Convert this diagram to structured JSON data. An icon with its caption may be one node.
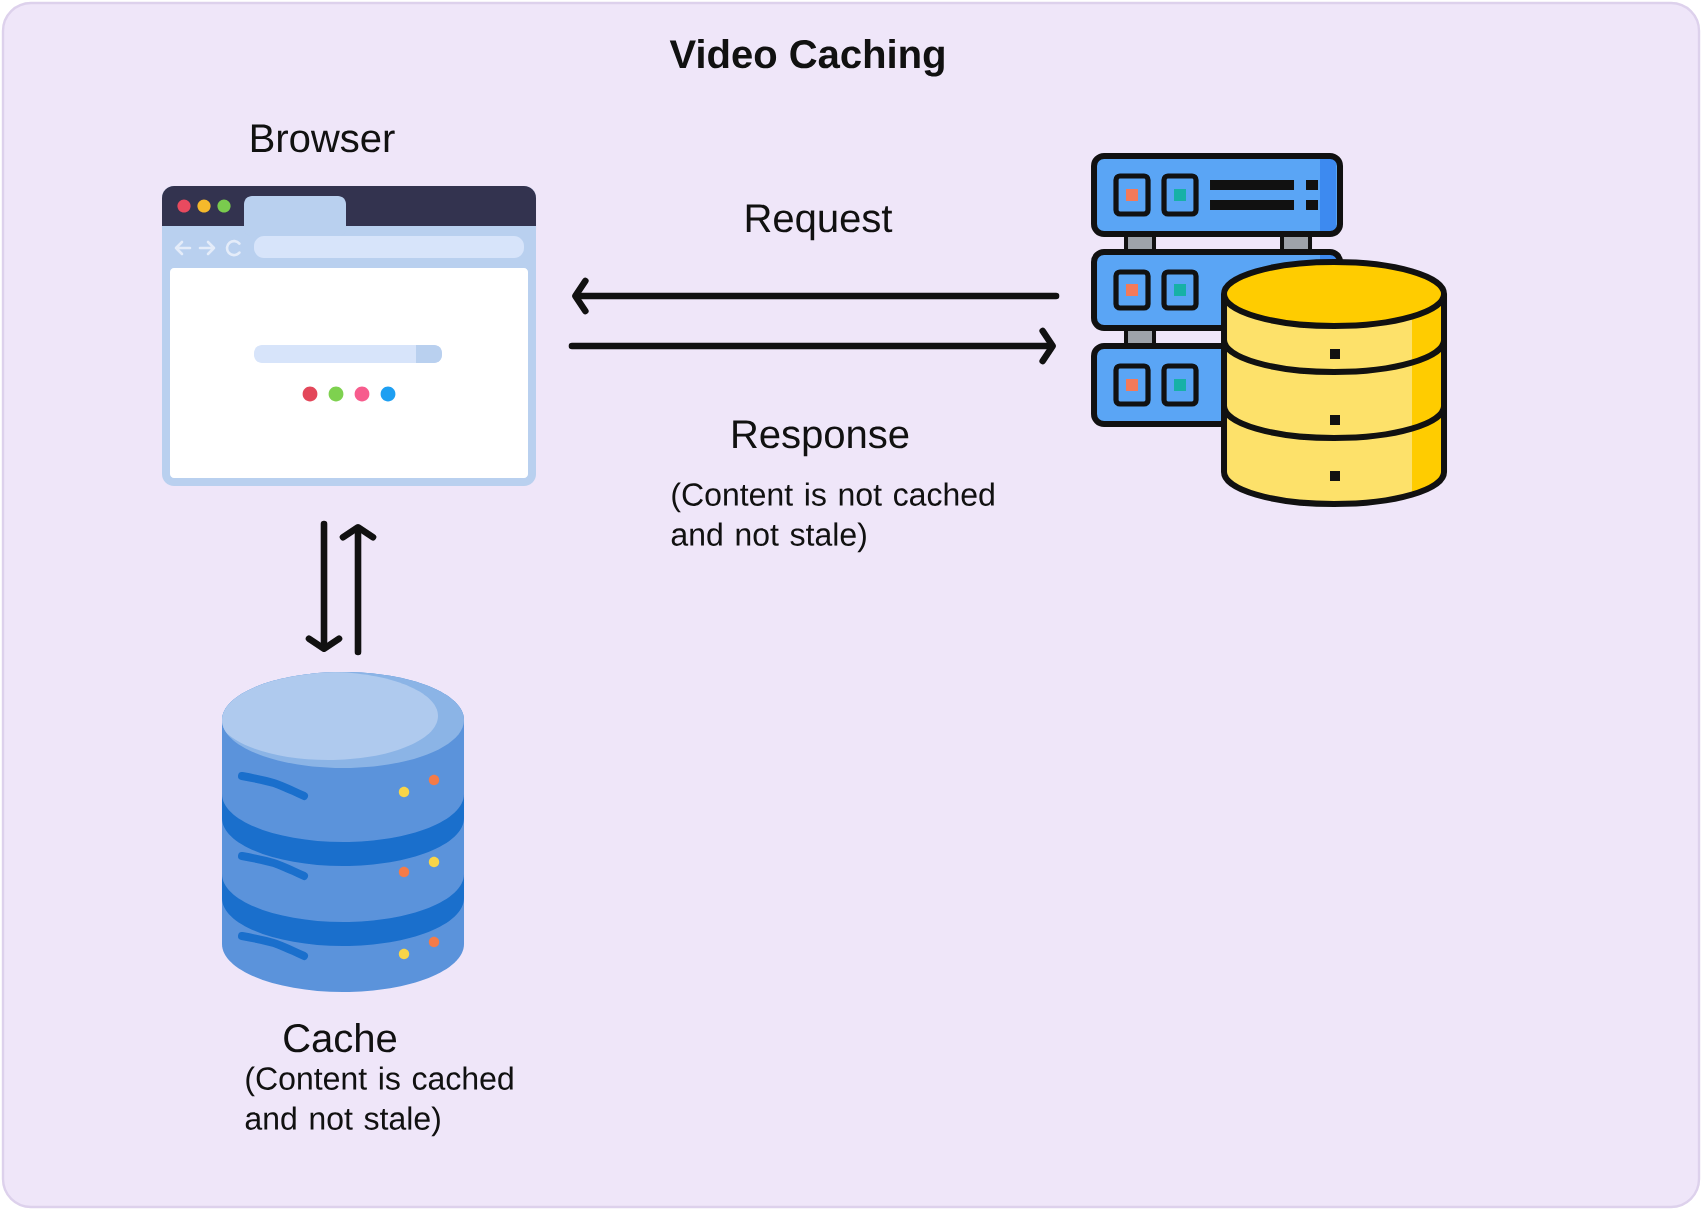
{
  "diagram": {
    "title": "Video Caching",
    "nodes": [
      {
        "text": [
          "Browser"
        ]
      },
      {
        "text": [],
        "shape": "picture"
      },
      {
        "text": [
          "Cache"
        ],
        "beside": [
          "(Content is cached and not stale)"
        ]
      }
    ],
    "edges": [
      {
        "from": 1,
        "to": 0,
        "arrow": "to",
        "label": "Request"
      },
      {
        "from": 0,
        "to": 1,
        "arrow": "to",
        "label": "Response"
      },
      {
        "from": 0,
        "to": 2,
        "arrow": "to"
      },
      {
        "from": 2,
        "to": 0,
        "arrow": "to"
      }
    ],
    "labels": [
      "(Content is not cached and not stale)"
    ]
  }
}
